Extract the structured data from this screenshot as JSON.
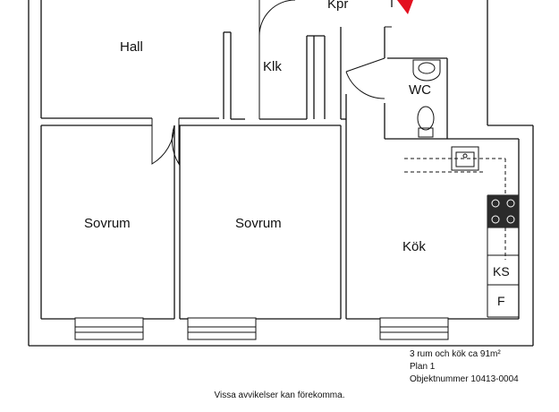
{
  "rooms": {
    "hall": "Hall",
    "kpr": "Kpr",
    "klk": "Klk",
    "wc": "WC",
    "sovrum_1": "Sovrum",
    "sovrum_2": "Sovrum",
    "kok": "Kök"
  },
  "fixtures": {
    "ks": "KS",
    "f": "F"
  },
  "info": {
    "rooms": "3 rum och kök ca 91m²",
    "plan": "Plan 1",
    "object_number": "Objektnummer 10413-0004"
  },
  "disclaimer": "Vissa avvikelser kan förekomma.",
  "colors": {
    "walls": "#111111",
    "entrance_marker": "#e3101f",
    "stove": "#2b2b2b"
  }
}
